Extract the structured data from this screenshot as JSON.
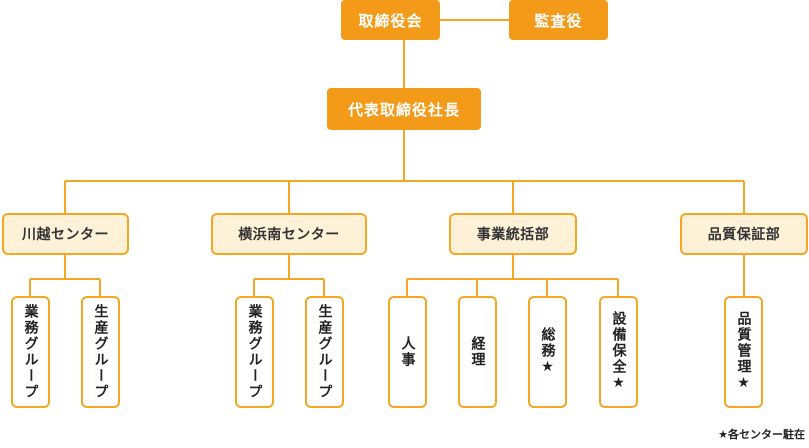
{
  "chart": {
    "top": {
      "board": "取締役会",
      "auditor": "監査役",
      "president": "代表取締役社長"
    },
    "departments": [
      {
        "label": "川越センター",
        "groups": [
          "業務グループ",
          "生産グループ"
        ]
      },
      {
        "label": "横浜南センター",
        "groups": [
          "業務グループ",
          "生産グループ"
        ]
      },
      {
        "label": "事業統括部",
        "groups": [
          "人事",
          "経理",
          "総務★",
          "設備保全★"
        ]
      },
      {
        "label": "品質保証部",
        "groups": [
          "品質管理★"
        ]
      }
    ],
    "note": "★各センター駐在"
  },
  "colors": {
    "accent": "#f39a19",
    "line": "#f5a623",
    "fill": "#fdf1d8"
  }
}
